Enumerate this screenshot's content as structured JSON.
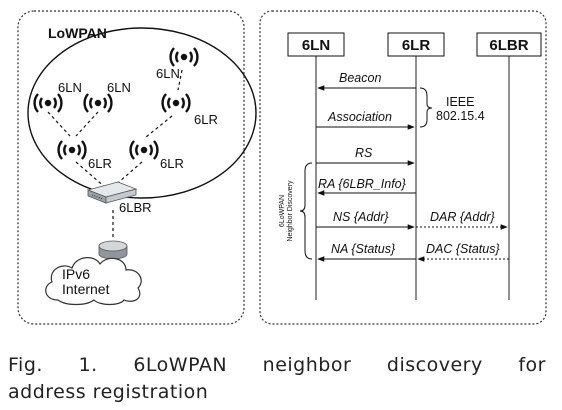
{
  "left_panel": {
    "title": "LoWPAN",
    "nodes": {
      "n1": "6LN",
      "n2": "6LN",
      "n3": "6LN",
      "r1": "6LR",
      "r2": "6LR",
      "r3": "6LR",
      "br": "6LBR"
    },
    "cloud_text_line1": "IPv6",
    "cloud_text_line2": "Internet"
  },
  "right_panel": {
    "headers": [
      "6LN",
      "6LR",
      "6LBR"
    ],
    "messages": {
      "beacon": "Beacon",
      "association": "Association",
      "rs": "RS",
      "ra": "RA {6LBR_Info}",
      "ns": "NS {Addr}",
      "dar": "DAR {Addr}",
      "na": "NA {Status}",
      "dac": "DAC {Status}"
    },
    "ieee_line1": "IEEE",
    "ieee_line2": "802.15.4",
    "side_label_line1": "6LoWPAN",
    "side_label_line2": "Neighbor Discovery"
  },
  "caption": {
    "words": [
      "Fig.",
      "1.",
      "6LoWPAN",
      "neighbor",
      "discovery",
      "for"
    ],
    "line2": "address registration"
  }
}
